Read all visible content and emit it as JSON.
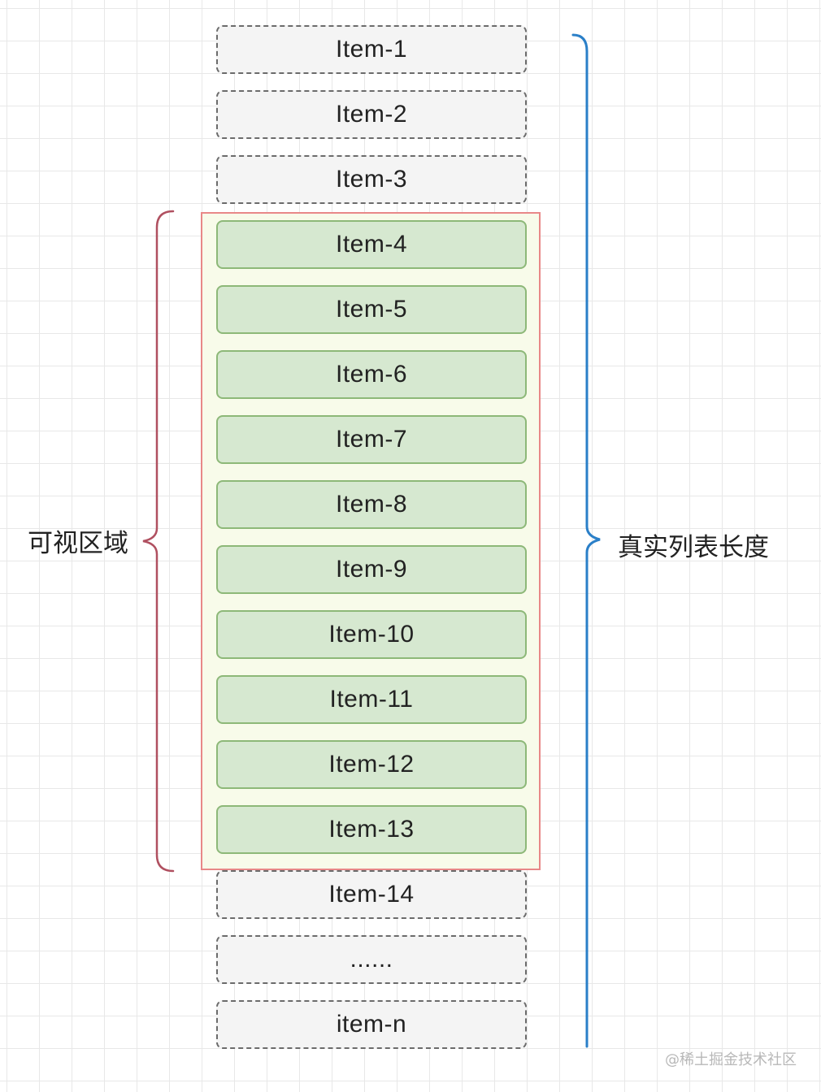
{
  "items": [
    {
      "label": "Item-1",
      "state": "outside"
    },
    {
      "label": "Item-2",
      "state": "outside"
    },
    {
      "label": "Item-3",
      "state": "outside"
    },
    {
      "label": "Item-4",
      "state": "visible"
    },
    {
      "label": "Item-5",
      "state": "visible"
    },
    {
      "label": "Item-6",
      "state": "visible"
    },
    {
      "label": "Item-7",
      "state": "visible"
    },
    {
      "label": "Item-8",
      "state": "visible"
    },
    {
      "label": "Item-9",
      "state": "visible"
    },
    {
      "label": "Item-10",
      "state": "visible"
    },
    {
      "label": "Item-11",
      "state": "visible"
    },
    {
      "label": "Item-12",
      "state": "visible"
    },
    {
      "label": "Item-13",
      "state": "visible"
    },
    {
      "label": "Item-14",
      "state": "outside"
    },
    {
      "label": "......",
      "state": "outside"
    },
    {
      "label": "item-n",
      "state": "outside"
    }
  ],
  "labels": {
    "visible_area": "可视区域",
    "real_list_length": "真实列表长度"
  },
  "watermark": "@稀土掘金技术社区",
  "colors": {
    "visible_item_fill": "#d6e8d0",
    "visible_item_border": "#8db878",
    "outside_item_fill": "#f4f4f4",
    "outside_item_border": "#6b6b6b",
    "viewport_border": "#e88888",
    "viewport_fill": "#f8fbea",
    "left_brace": "#b05060",
    "right_brace": "#2a7fc8"
  }
}
